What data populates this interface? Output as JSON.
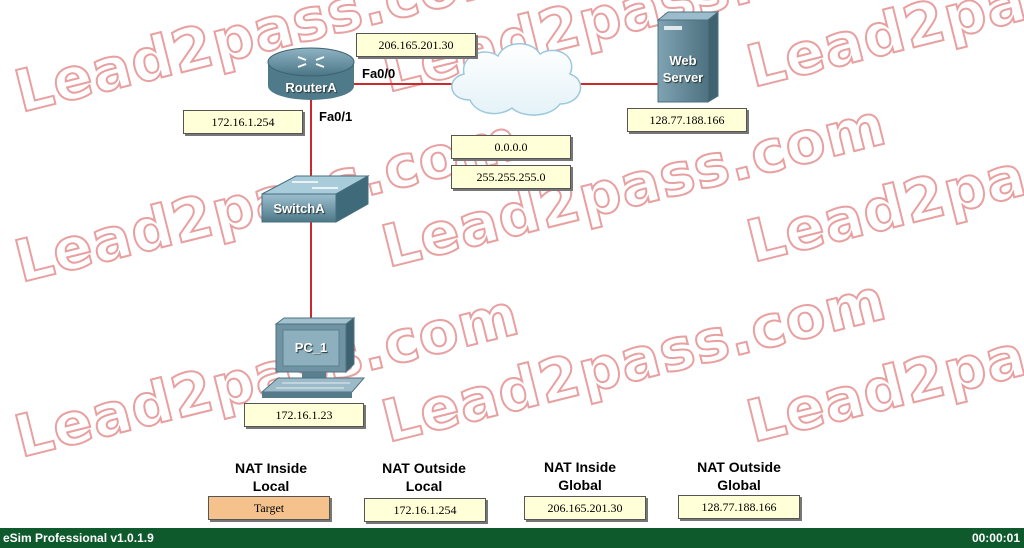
{
  "watermark": "Lead2pass.com",
  "devices": {
    "router": {
      "label": "RouterA"
    },
    "switch": {
      "label": "SwitchA"
    },
    "pc": {
      "label": "PC_1"
    },
    "webserver": {
      "label_line1": "Web",
      "label_line2": "Server"
    }
  },
  "interfaces": {
    "fa00": "Fa0/0",
    "fa01": "Fa0/1"
  },
  "addresses": {
    "router_fa00": "206.165.201.30",
    "router_fa01": "172.16.1.254",
    "webserver": "128.77.188.166",
    "cloud_ip": "0.0.0.0",
    "cloud_mask": "255.255.255.0",
    "pc": "172.16.1.23"
  },
  "nat": {
    "headers": [
      {
        "line1": "NAT Inside",
        "line2": "Local"
      },
      {
        "line1": "NAT Outside",
        "line2": "Local"
      },
      {
        "line1": "NAT Inside",
        "line2": "Global"
      },
      {
        "line1": "NAT Outside",
        "line2": "Global"
      }
    ],
    "values": [
      "Target",
      "172.16.1.254",
      "206.165.201.30",
      "128.77.188.166"
    ]
  },
  "status": {
    "app": "eSim Professional v1.0.1.9",
    "timer": "00:00:01"
  },
  "colors": {
    "link": "#cc2a2a",
    "ip_box": "#ffffd8",
    "target_box": "#f5c28e",
    "statusbar": "#0f5a2c"
  }
}
